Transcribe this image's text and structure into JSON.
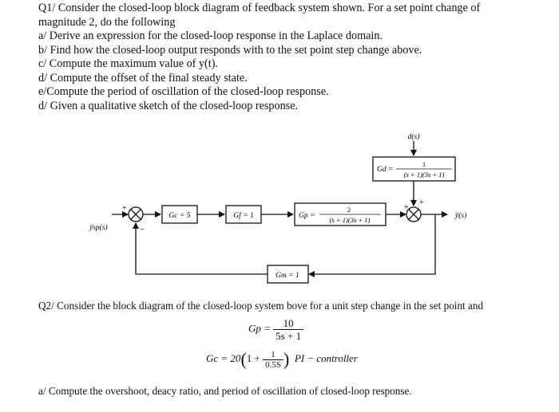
{
  "q1": {
    "line1": "Q1/ Consider the closed-loop block diagram of feedback system shown.  For a set point change of",
    "line2": "magnitude 2, do the following",
    "items": [
      "a/ Derive an expression for the closed-loop response in the Laplace domain.",
      "b/ Find how the closed-loop output responds with to the set point step change above.",
      "c/ Compute the maximum value of y(t).",
      "d/ Compute the offset of the final steady state.",
      "e/Compute the period of oscillation of the closed-loop response.",
      "d/ Given a qualitative sketch of the closed-loop response."
    ]
  },
  "diagram": {
    "setpoint": "ȳsp(s)",
    "output": "ȳ(s)",
    "disturbance": "d(s)",
    "plus": "+",
    "minus": "−",
    "gc": "Gc = 5",
    "gf": "Gf = 1",
    "gp_label": "Gp =",
    "gp_num": "2",
    "gp_den": "(s + 1)(3s + 1)",
    "gd_label": "Gd =",
    "gd_num": "1",
    "gd_den": "(s + 1)(3s + 1)",
    "gm": "Gm = 1"
  },
  "q2": {
    "intro": "Q2/ Consider the block diagram of the closed-loop system bove for a unit step change in the set point and",
    "gp_lhs": "Gp =",
    "gp_num": "10",
    "gp_den": "5s + 1",
    "gc_lhs": "Gc = 20",
    "gc_one": "1 +",
    "gc_num": "1",
    "gc_den": "0.5S",
    "gc_suffix": "PI − controller",
    "part_a": "a/ Compute the overshoot, deacy ratio, and period of oscillation of closed-loop response."
  }
}
